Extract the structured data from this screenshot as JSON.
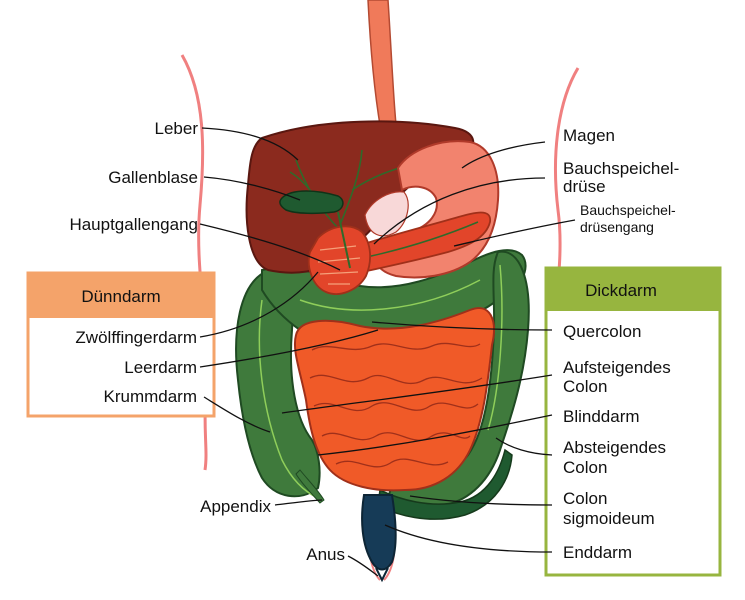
{
  "colors": {
    "body_outline": "#f08080",
    "esophagus": "#f07a5a",
    "liver": "#8b2a1e",
    "gallbladder": "#1f5a30",
    "stomach": "#f2836e",
    "pancreas": "#e2452a",
    "small_intestine": "#f05a28",
    "large_intestine": "#3f7a3c",
    "rectum": "#163b57",
    "small_intestine_box": "#f4a36a",
    "large_intestine_box": "#97b53f"
  },
  "boxes": {
    "small_intestine": {
      "title": "Dünndarm"
    },
    "large_intestine": {
      "title": "Dickdarm"
    }
  },
  "labels": {
    "liver": "Leber",
    "gallbladder": "Gallenblase",
    "bile_duct": "Hauptgallengang",
    "duodenum": "Zwölffingerdarm",
    "jejunum": "Leerdarm",
    "ileum": "Krummdarm",
    "appendix": "Appendix",
    "anus": "Anus",
    "stomach": "Magen",
    "pancreas_1": "Bauchspeichel-",
    "pancreas_2": "drüse",
    "pancreatic_duct_1": "Bauchspeichel-",
    "pancreatic_duct_2": "drüsengang",
    "transverse_colon": "Quercolon",
    "ascending_colon_1": "Aufsteigendes",
    "ascending_colon_2": "Colon",
    "cecum": "Blinddarm",
    "descending_colon_1": "Absteigendes",
    "descending_colon_2": "Colon",
    "sigmoid_colon_1": "Colon",
    "sigmoid_colon_2": "sigmoideum",
    "rectum": "Enddarm"
  }
}
